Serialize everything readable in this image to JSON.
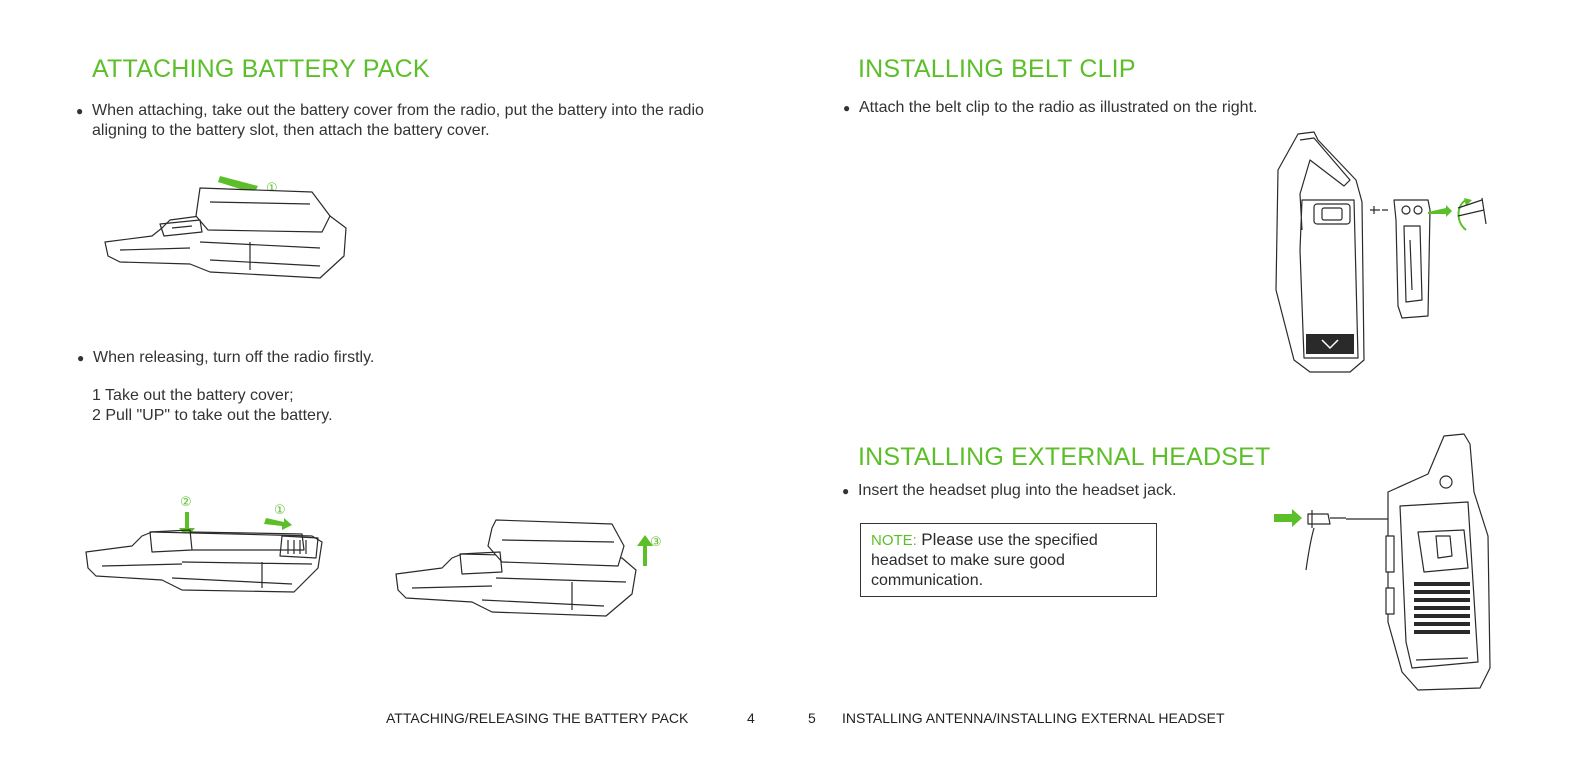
{
  "left": {
    "title": "ATTACHING BATTERY PACK",
    "bullet1": "When attaching, take out the battery cover from the radio, put the battery into the radio aligning to the battery slot, then attach the battery cover.",
    "bullet2": "When releasing, turn off the radio firstly.",
    "step1": "1 Take out the battery cover;",
    "step2": "2  Pull \"UP\" to take out the battery.",
    "callouts": {
      "one": "①",
      "two": "②",
      "three": "③"
    }
  },
  "right": {
    "title1": "INSTALLING BELT CLIP",
    "bullet1": "Attach the belt clip to the radio as illustrated on the right.",
    "title2": "INSTALLING EXTERNAL HEADSET",
    "bullet2": "Insert the headset plug into the headset jack.",
    "note": {
      "label": "NOTE:",
      "lead": "Please",
      "rest": " use the specified headset to make sure good communication."
    }
  },
  "footer": {
    "left_text": "ATTACHING/RELEASING THE BATTERY PACK",
    "left_page": "4",
    "right_page": "5",
    "right_text": "INSTALLING ANTENNA/INSTALLING EXTERNAL HEADSET"
  },
  "colors": {
    "accent": "#5cbf2a",
    "text": "#333333"
  },
  "icons": [
    "bullet-dot",
    "green-arrow",
    "radio-illustration",
    "belt-clip-illustration",
    "headset-plug-illustration"
  ]
}
